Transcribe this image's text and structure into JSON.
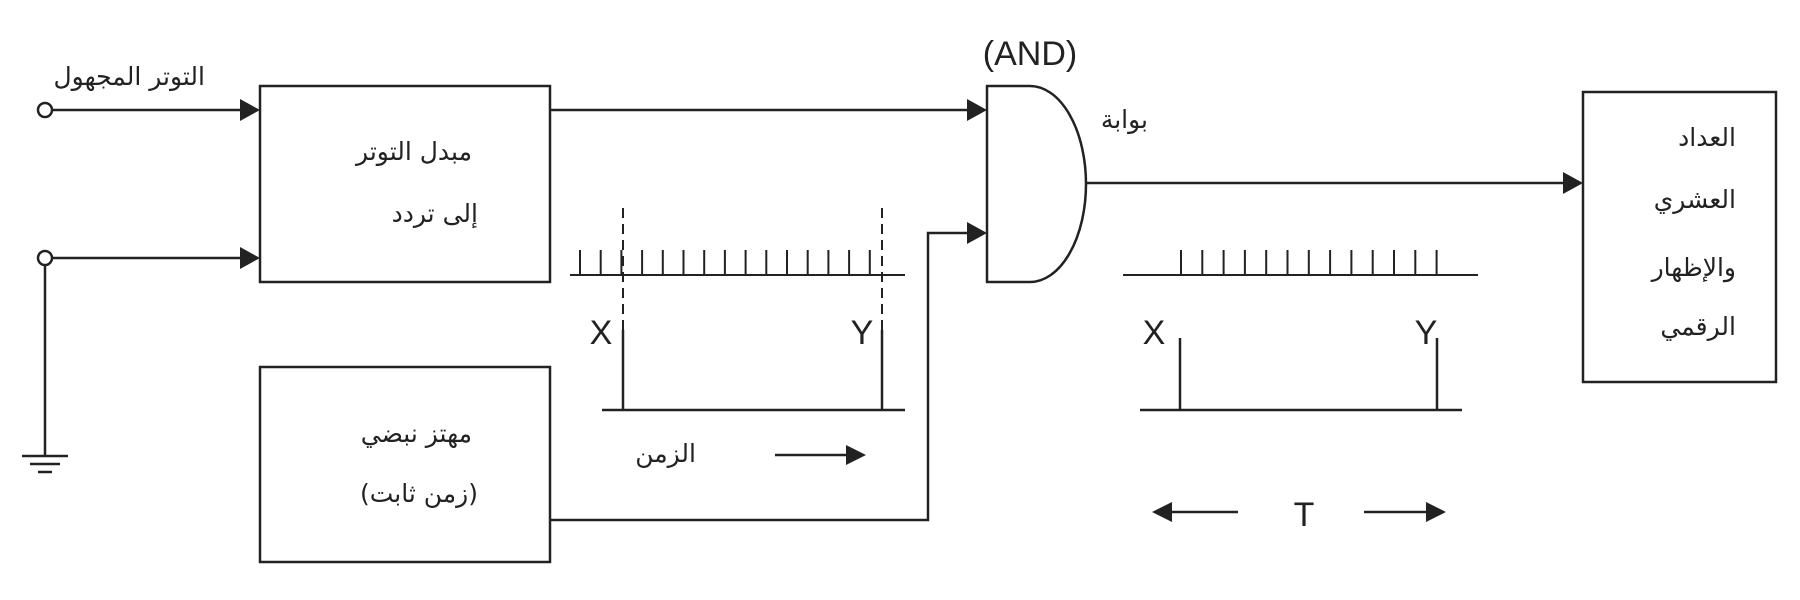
{
  "inputs": {
    "unknown_voltage": "التوتر المجهول"
  },
  "converter": {
    "line1": "مبدل التوتر",
    "line2": "إلى تردد"
  },
  "oscillator": {
    "line1": "مهتز نبضي",
    "line2": "(زمن ثابت)"
  },
  "gate": {
    "type": "(AND)",
    "label": "بوابة"
  },
  "counter": {
    "lines": [
      "العداد",
      "العشري",
      "والإظهار",
      "الرقمي"
    ]
  },
  "timing_left": {
    "x_label": "X",
    "y_label": "Y",
    "time_label": "الزمن"
  },
  "timing_right": {
    "x_label": "X",
    "y_label": "Y",
    "period_label": "T"
  }
}
